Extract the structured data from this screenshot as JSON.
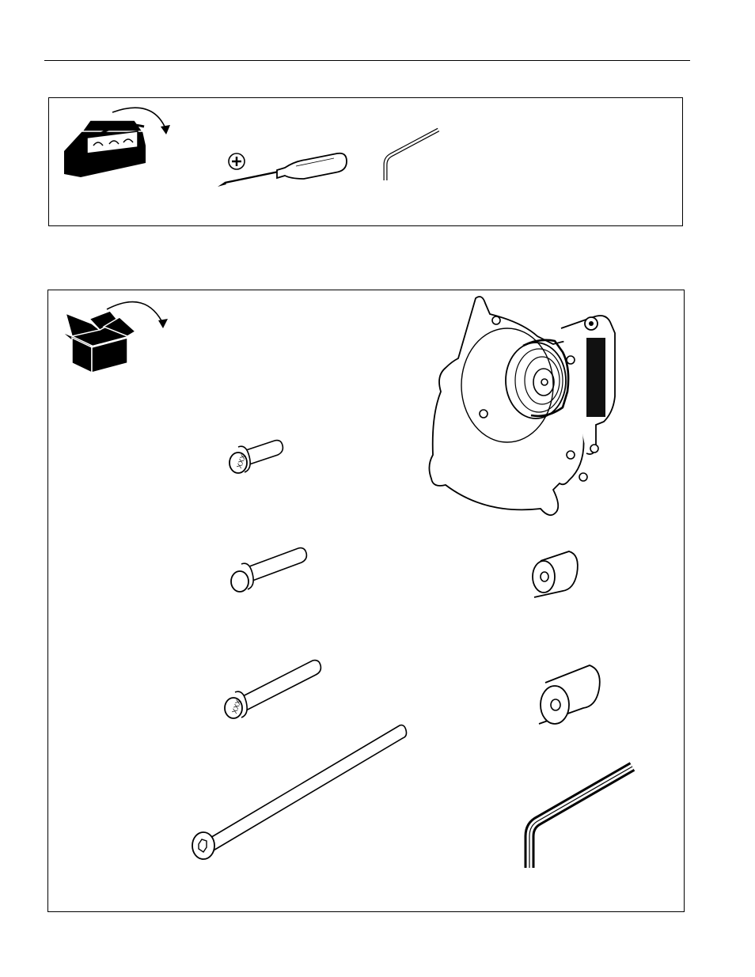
{
  "page": {
    "sections": [
      {
        "id": "tools-required",
        "icon": "toolbox-icon",
        "items": [
          {
            "icon": "phillips-screwdriver-icon"
          },
          {
            "icon": "small-hex-key-icon"
          }
        ]
      },
      {
        "id": "parts-included",
        "icon": "open-box-icon",
        "items": [
          {
            "icon": "mounting-adapter-plate-icon"
          },
          {
            "icon": "short-screw-icon",
            "stamp": "XXX"
          },
          {
            "icon": "medium-screw-icon",
            "stamp": "XXX"
          },
          {
            "icon": "spacer-short-icon"
          },
          {
            "icon": "long-screw-icon",
            "stamp": "XXX"
          },
          {
            "icon": "spacer-long-icon"
          },
          {
            "icon": "extra-long-button-head-screw-icon"
          },
          {
            "icon": "large-hex-key-icon"
          }
        ]
      }
    ]
  }
}
